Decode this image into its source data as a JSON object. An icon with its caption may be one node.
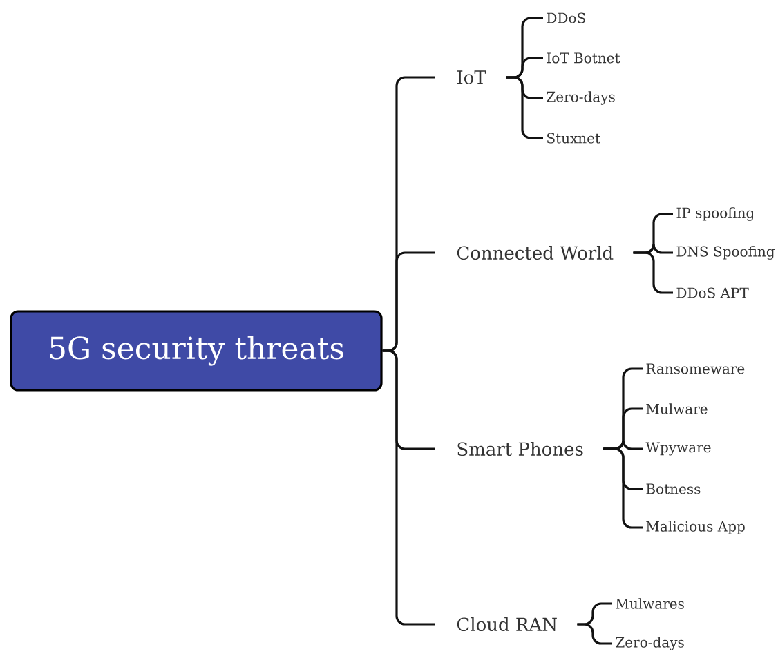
{
  "diagram": {
    "nodes": [
      {
        "text": [
          "5G security threats"
        ]
      },
      {
        "text": [
          "IoT"
        ]
      },
      {
        "text": [
          "DDoS"
        ]
      },
      {
        "text": [
          "IoT Botnet"
        ]
      },
      {
        "text": [
          "Zero-days"
        ]
      },
      {
        "text": [
          "Stuxnet"
        ]
      },
      {
        "text": [
          "Connected World"
        ]
      },
      {
        "text": [
          "IP spoofing"
        ]
      },
      {
        "text": [
          "DNS Spoofing"
        ]
      },
      {
        "text": [
          "DDoS APT"
        ]
      },
      {
        "text": [
          "Smart Phones"
        ]
      },
      {
        "text": [
          "Ransomeware"
        ]
      },
      {
        "text": [
          "Mulware"
        ]
      },
      {
        "text": [
          "Wpyware"
        ]
      },
      {
        "text": [
          "Botness"
        ]
      },
      {
        "text": [
          "Malicious App"
        ]
      },
      {
        "text": [
          "Cloud RAN"
        ]
      },
      {
        "text": [
          "Mulwares"
        ]
      },
      {
        "text": [
          "Zero-days"
        ]
      }
    ],
    "edges": [
      {
        "from": 0,
        "to": 1,
        "arrow": "none"
      },
      {
        "from": 0,
        "to": 6,
        "arrow": "none"
      },
      {
        "from": 0,
        "to": 10,
        "arrow": "none"
      },
      {
        "from": 0,
        "to": 16,
        "arrow": "none"
      },
      {
        "from": 1,
        "to": 2,
        "arrow": "none"
      },
      {
        "from": 1,
        "to": 3,
        "arrow": "none"
      },
      {
        "from": 1,
        "to": 4,
        "arrow": "none"
      },
      {
        "from": 1,
        "to": 5,
        "arrow": "none"
      },
      {
        "from": 6,
        "to": 7,
        "arrow": "none"
      },
      {
        "from": 6,
        "to": 8,
        "arrow": "none"
      },
      {
        "from": 6,
        "to": 9,
        "arrow": "none"
      },
      {
        "from": 10,
        "to": 11,
        "arrow": "none"
      },
      {
        "from": 10,
        "to": 12,
        "arrow": "none"
      },
      {
        "from": 10,
        "to": 13,
        "arrow": "none"
      },
      {
        "from": 10,
        "to": 14,
        "arrow": "none"
      },
      {
        "from": 10,
        "to": 15,
        "arrow": "none"
      },
      {
        "from": 16,
        "to": 17,
        "arrow": "none"
      },
      {
        "from": 16,
        "to": 18,
        "arrow": "none"
      }
    ]
  }
}
